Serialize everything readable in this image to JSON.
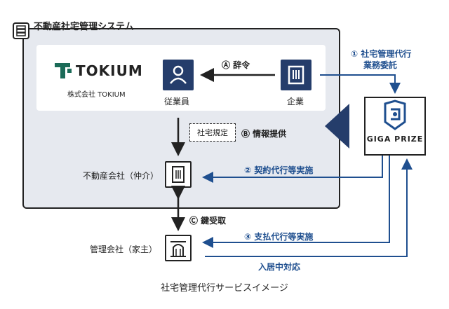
{
  "system": {
    "title": "不動産社宅管理システム"
  },
  "tokium": {
    "logo_text": "TOKIUM",
    "company_name": "株式会社 TOKIUM"
  },
  "nodes": {
    "employee": "従業員",
    "company": "企業",
    "realestate": "不動産会社（仲介）",
    "management": "管理会社（家主）",
    "gigaprize": "GIGA PRIZE"
  },
  "flows": {
    "a_jirei": "Ⓐ 辞令",
    "b_info": "Ⓑ 情報提供",
    "b_rules": "社宅規定",
    "c_key": "Ⓒ 鍵受取",
    "one_line1": "① 社宅管理代行",
    "one_line2": "業務委託",
    "two": "② 契約代行等実施",
    "three": "③ 支払代行等実施",
    "move_in": "入居中対応"
  },
  "caption": "社宅管理代行サービスイメージ",
  "colors": {
    "navy": "#253d6b",
    "blue": "#1f4f8f",
    "panel": "#e6e9ef"
  }
}
